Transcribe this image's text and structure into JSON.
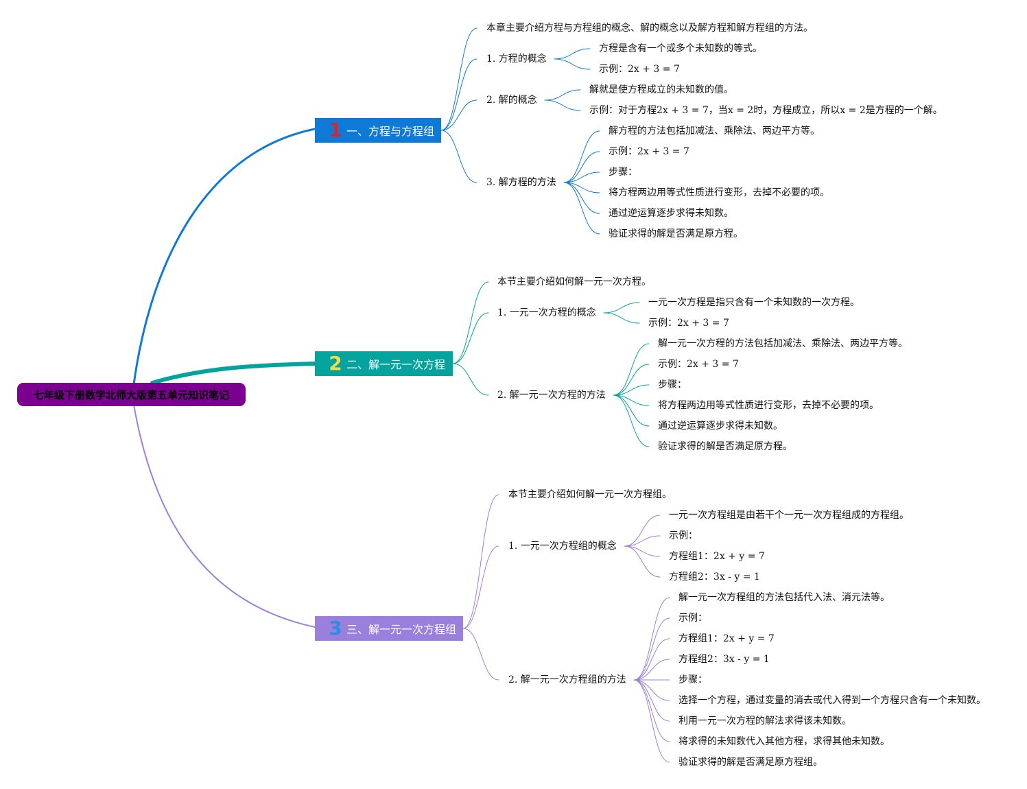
{
  "root": {
    "label": "七年级下册数学北师大版第五单元知识笔记"
  },
  "branches": [
    {
      "num": "1",
      "label": "一、方程与方程组",
      "color": "#0f79d6",
      "intro": "本章主要介绍方程与方程组的概念、解的概念以及解方程和解方程组的方法。",
      "subs": [
        {
          "label": "1. 方程的概念",
          "items": [
            "方程是含有一个或多个未知数的等式。",
            "示例：2x + 3 = 7"
          ]
        },
        {
          "label": "2. 解的概念",
          "items": [
            "解就是使方程成立的未知数的值。",
            "示例：对于方程2x + 3 = 7，当x = 2时，方程成立，所以x = 2是方程的一个解。"
          ]
        },
        {
          "label": "3. 解方程的方法",
          "items": [
            "解方程的方法包括加减法、乘除法、两边平方等。",
            "示例：2x + 3 = 7",
            "步骤：",
            "将方程两边用等式性质进行变形，去掉不必要的项。",
            "通过逆运算逐步求得未知数。",
            "验证求得的解是否满足原方程。"
          ]
        }
      ]
    },
    {
      "num": "2",
      "label": "二、解一元一次方程",
      "color": "#05a39e",
      "intro": "本节主要介绍如何解一元一次方程。",
      "subs": [
        {
          "label": "1. 一元一次方程的概念",
          "items": [
            "一元一次方程是指只含有一个未知数的一次方程。",
            "示例：2x + 3 = 7"
          ]
        },
        {
          "label": "2. 解一元一次方程的方法",
          "items": [
            "解一元一次方程的方法包括加减法、乘除法、两边平方等。",
            "示例：2x + 3 = 7",
            "步骤：",
            "将方程两边用等式性质进行变形，去掉不必要的项。",
            "通过逆运算逐步求得未知数。",
            "验证求得的解是否满足原方程。"
          ]
        }
      ]
    },
    {
      "num": "3",
      "label": "三、解一元一次方程组",
      "color": "#9b7fdc",
      "intro": "本节主要介绍如何解一元一次方程组。",
      "subs": [
        {
          "label": "1. 一元一次方程组的概念",
          "items": [
            "一元一次方程组是由若干个一元一次方程组成的方程组。",
            "示例：",
            "方程组1：2x + y = 7",
            "方程组2：3x - y = 1"
          ]
        },
        {
          "label": "2. 解一元一次方程组的方法",
          "items": [
            "解一元一次方程组的方法包括代入法、消元法等。",
            "示例：",
            "方程组1：2x + y = 7",
            "方程组2：3x - y = 1",
            "步骤：",
            "选择一个方程，通过变量的消去或代入得到一个方程只含有一个未知数。",
            "利用一元一次方程的解法求得该未知数。",
            "将求得的未知数代入其他方程，求得其他未知数。",
            "验证求得的解是否满足原方程组。"
          ]
        }
      ]
    }
  ]
}
